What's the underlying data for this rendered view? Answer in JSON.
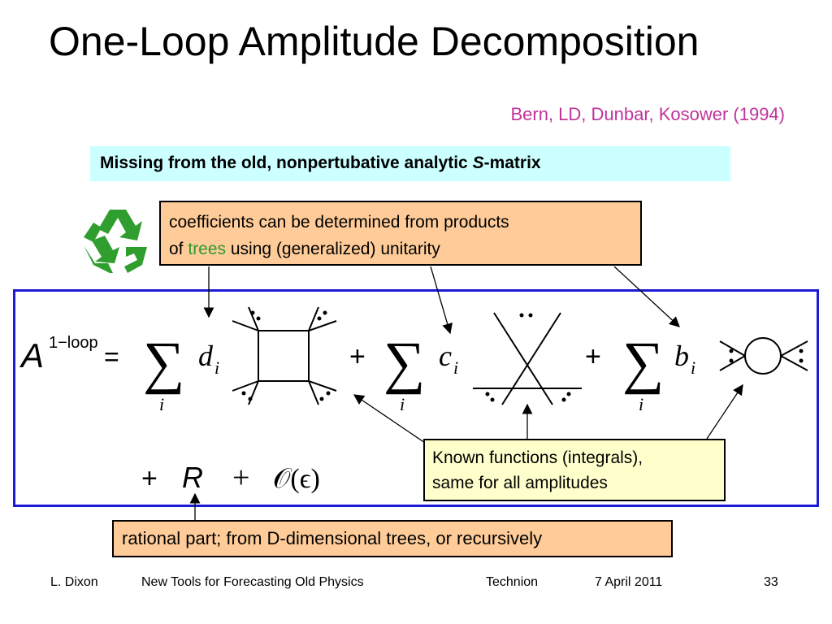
{
  "title": "One-Loop Amplitude Decomposition",
  "authors": "Bern, LD, Dunbar, Kosower (1994)",
  "missing": {
    "prefix": "Missing from the old, nonpertubative analytic ",
    "s": "S",
    "suffix": "-matrix"
  },
  "coefficients_note": {
    "line1": "coefficients can be determined from products",
    "of": "of ",
    "trees": "trees",
    "rest": " using (generalized) unitarity"
  },
  "formula": {
    "A": "A",
    "superscript": "1−loop",
    "equals": "=",
    "sum": "∑",
    "index": "i",
    "d": "d",
    "c": "c",
    "b": "b",
    "plus": "+",
    "R": "R",
    "order": "𝒪(ϵ)"
  },
  "known_functions": {
    "line1": "Known functions (integrals),",
    "line2": "same for all amplitudes"
  },
  "rational_part": "rational part; from D-dimensional trees, or recursively",
  "footer": {
    "author": "L. Dixon",
    "talk": "New Tools for Forecasting Old Physics",
    "venue": "Technion",
    "date": "7 April 2011",
    "page": "33"
  },
  "colors": {
    "authors": "#c0339a",
    "trees": "#2a9a2a",
    "box_border": "#1b1bd6",
    "recycle": "#2f9e2f"
  },
  "icons": [
    "recycle-icon"
  ]
}
